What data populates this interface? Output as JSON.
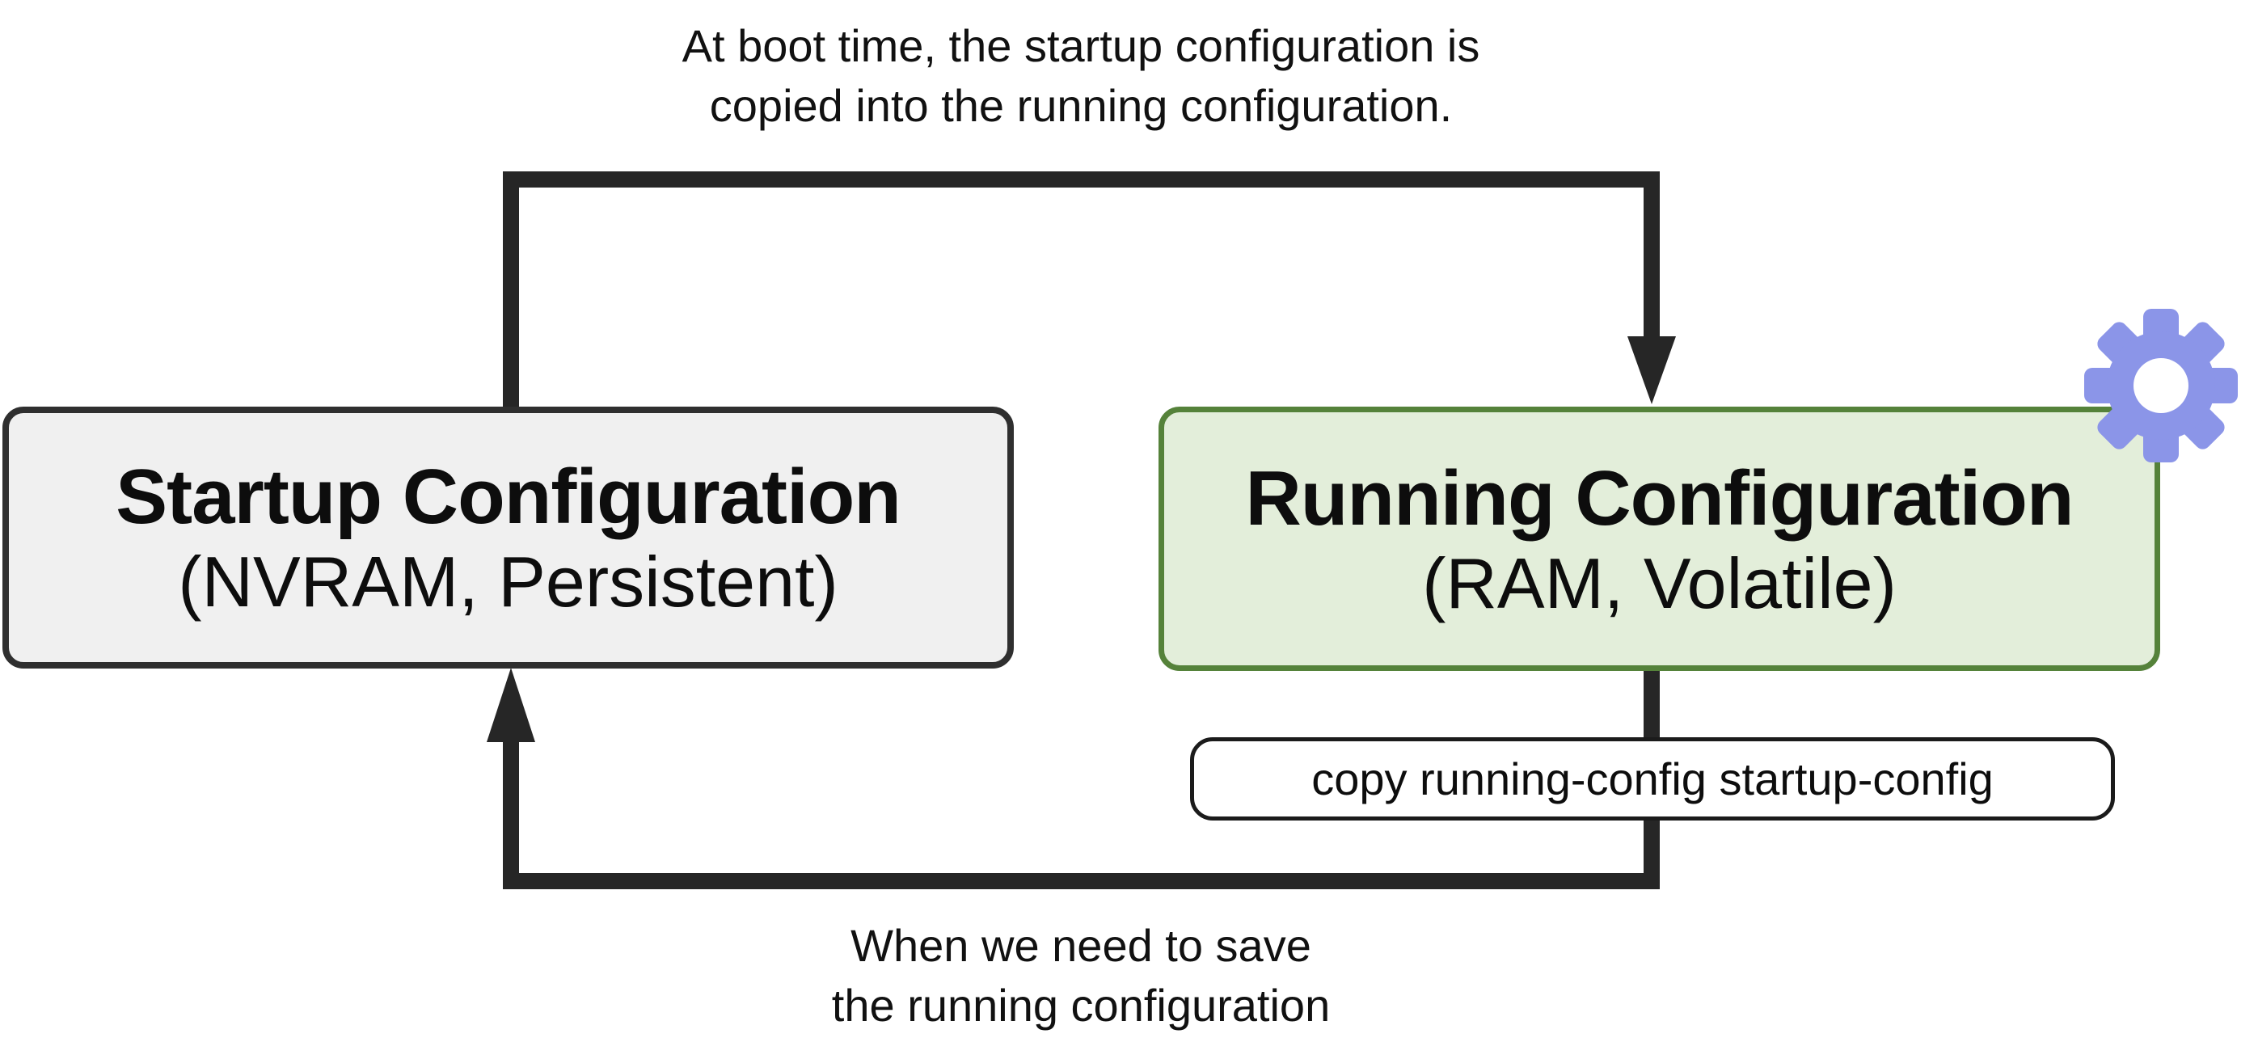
{
  "diagram": {
    "background": "#ffffff",
    "arrow_color": "#262626",
    "text_color": "#111111"
  },
  "captions": {
    "boot": {
      "line1": "At boot time, the startup configuration is",
      "line2": "copied into the running configuration."
    },
    "save": {
      "line1": "When we need to save",
      "line2": "the running configuration"
    }
  },
  "boxes": {
    "startup": {
      "title": "Startup Configuration",
      "subtitle": "(NVRAM, Persistent)",
      "fill": "#f0f0f0",
      "border_color": "#2f2f2f"
    },
    "running": {
      "title": "Running Configuration",
      "subtitle": "(RAM, Volatile)",
      "fill": "#e3eeda",
      "border_color": "#55823a"
    }
  },
  "command_label": {
    "text": "copy running-config startup-config",
    "fill": "#ffffff",
    "border_color": "#1b1b1b"
  },
  "icons": {
    "gear": {
      "glyph": "cog",
      "color": "#8b95e8"
    }
  }
}
